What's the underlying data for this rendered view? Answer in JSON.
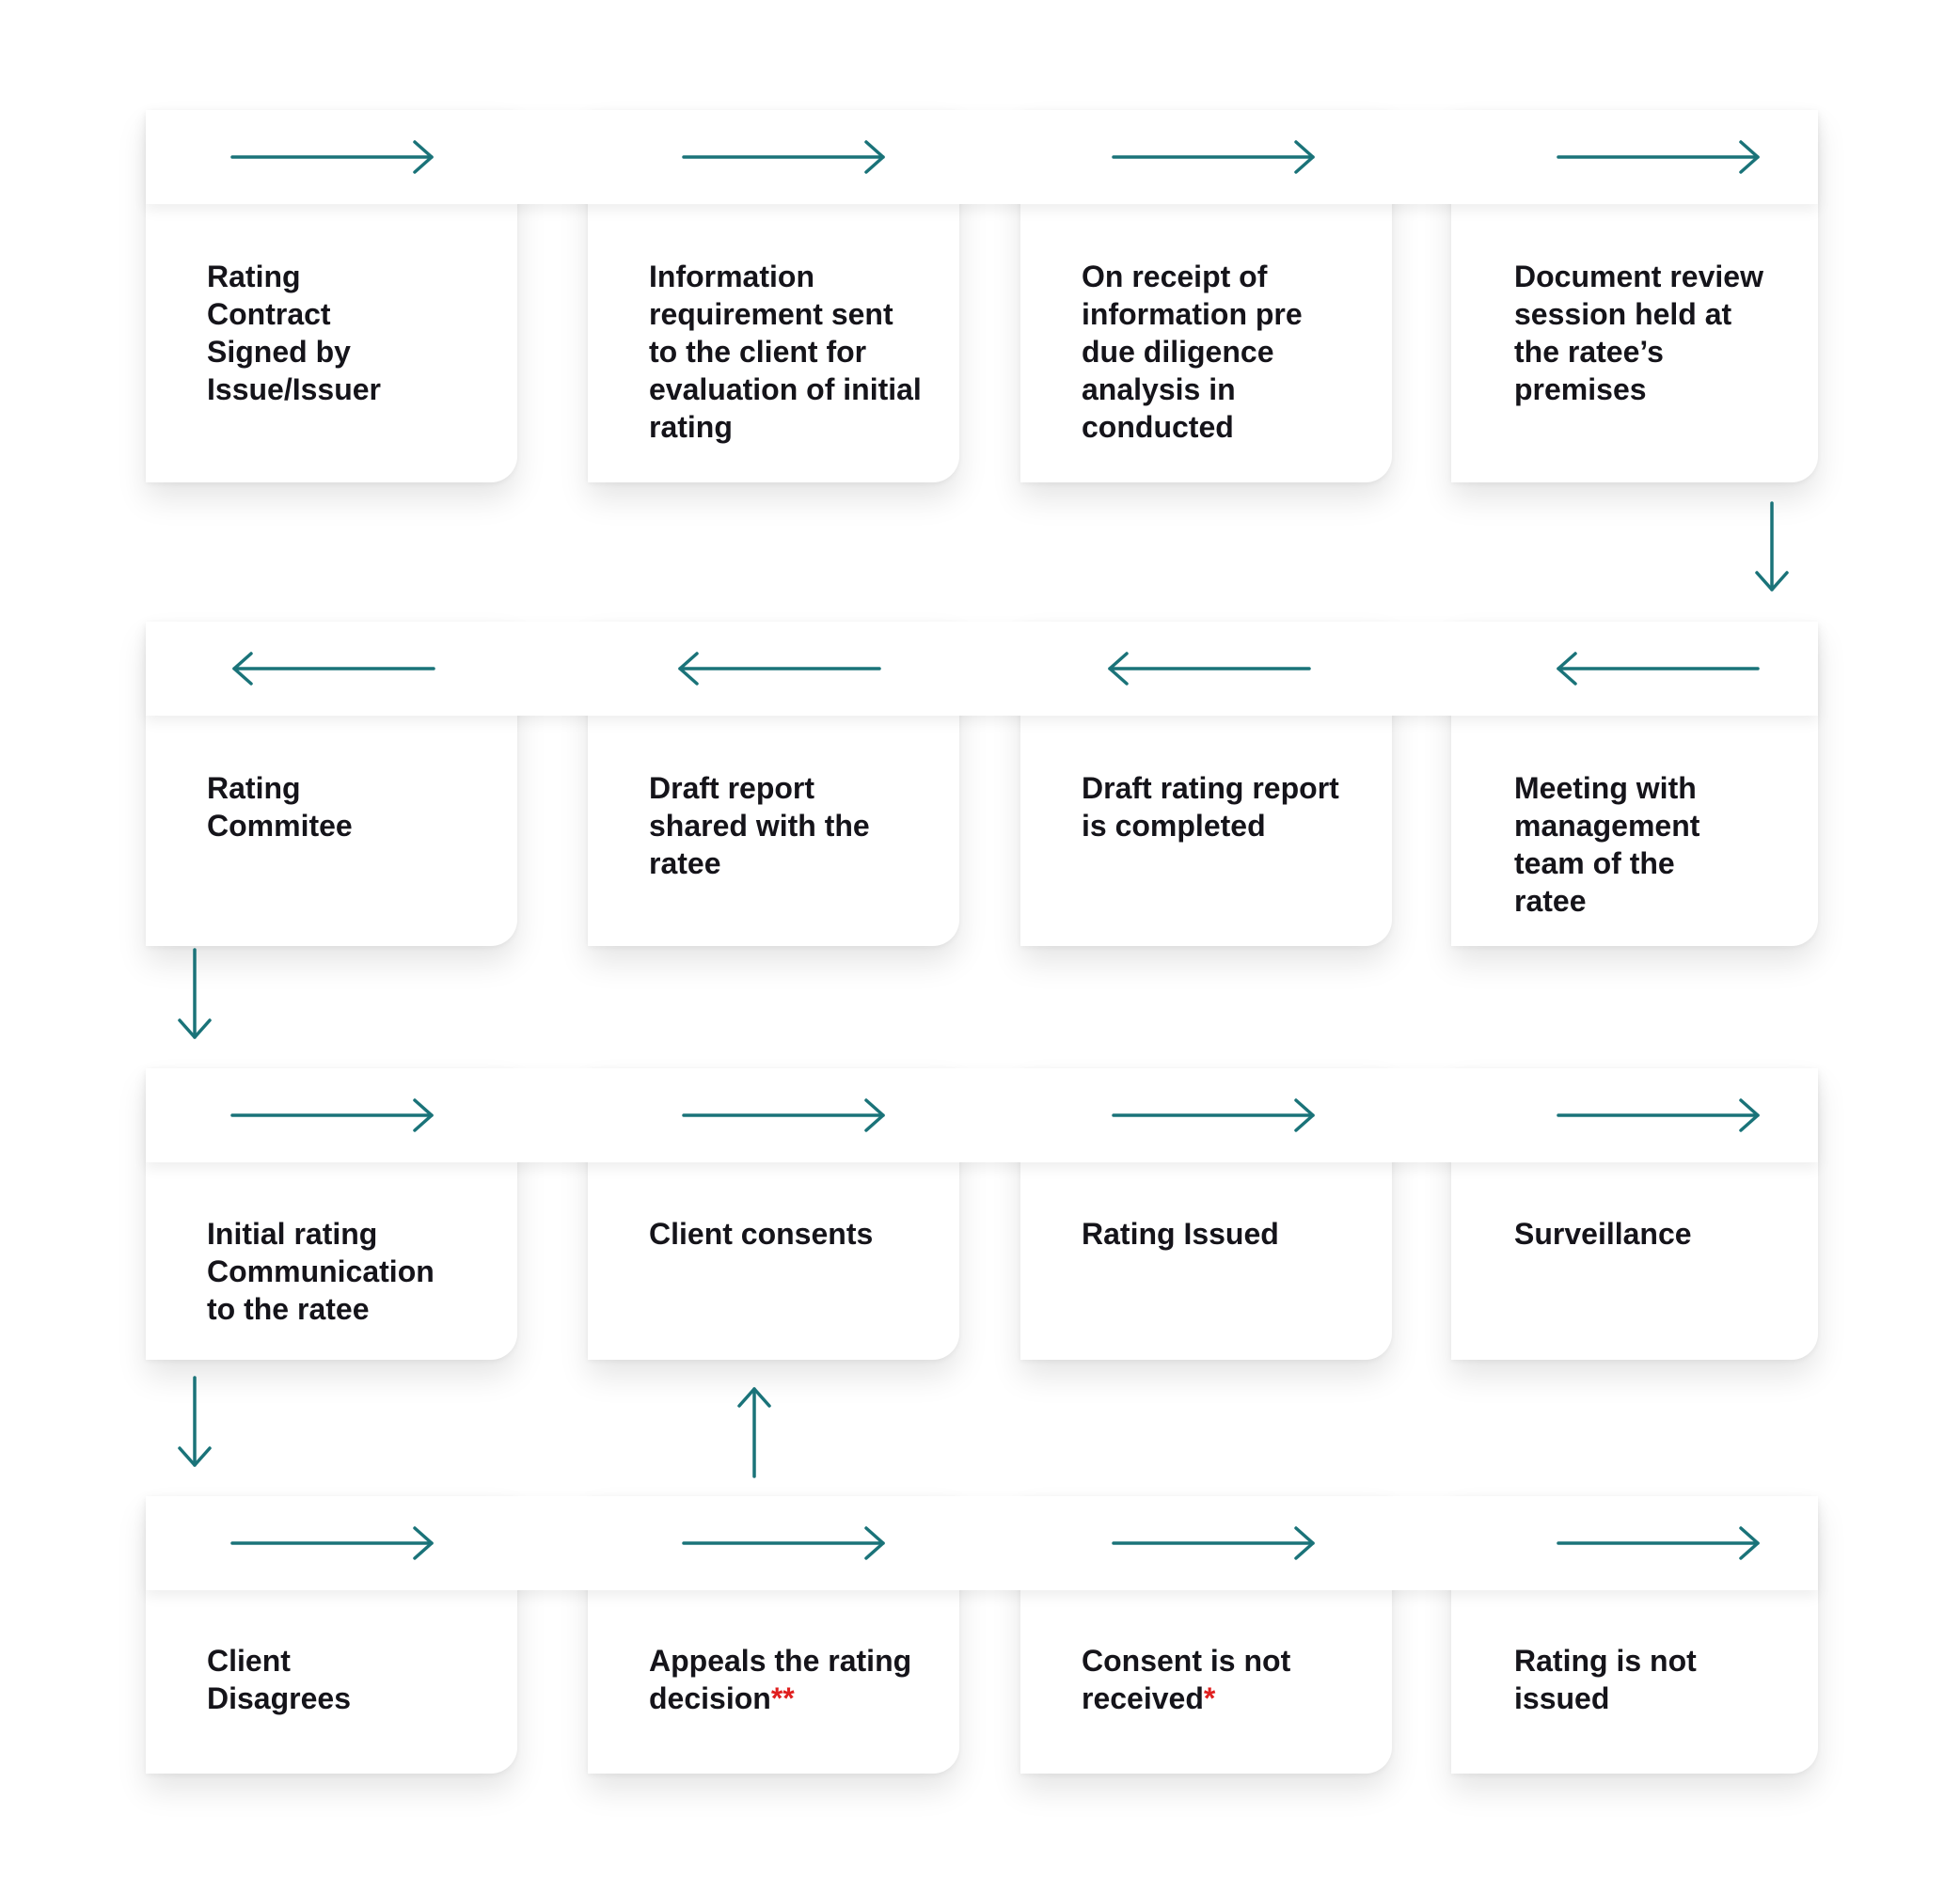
{
  "accent_color": "#1a7379",
  "footnote_color": "#e02020",
  "steps": [
    {
      "id": "s1",
      "label": "Rating\nContract\nSigned by\nIssue/Issuer",
      "mark": ""
    },
    {
      "id": "s2",
      "label": "Information\nrequirement sent\nto the client for\nevaluation of initial\nrating",
      "mark": ""
    },
    {
      "id": "s3",
      "label": "On receipt of\ninformation pre\ndue diligence\nanalysis in\nconducted",
      "mark": ""
    },
    {
      "id": "s4",
      "label": "Document review\nsession held at\nthe ratee’s\npremises",
      "mark": ""
    },
    {
      "id": "s5",
      "label": "Rating\nCommitee",
      "mark": ""
    },
    {
      "id": "s6",
      "label": "Draft report\nshared with the\nratee",
      "mark": ""
    },
    {
      "id": "s7",
      "label": "Draft rating report\nis completed",
      "mark": ""
    },
    {
      "id": "s8",
      "label": "Meeting with\nmanagement\nteam of the\nratee",
      "mark": ""
    },
    {
      "id": "s9",
      "label": "Initial rating\nCommunication\nto the ratee",
      "mark": ""
    },
    {
      "id": "s10",
      "label": "Client consents",
      "mark": ""
    },
    {
      "id": "s11",
      "label": "Rating Issued",
      "mark": ""
    },
    {
      "id": "s12",
      "label": "Surveillance",
      "mark": ""
    },
    {
      "id": "s13",
      "label": "Client\nDisagrees",
      "mark": ""
    },
    {
      "id": "s14",
      "label": "Appeals the rating\ndecision",
      "mark": "**"
    },
    {
      "id": "s15",
      "label": "Consent is not\nreceived",
      "mark": "*"
    },
    {
      "id": "s16",
      "label": "Rating is not\nissued",
      "mark": ""
    }
  ]
}
